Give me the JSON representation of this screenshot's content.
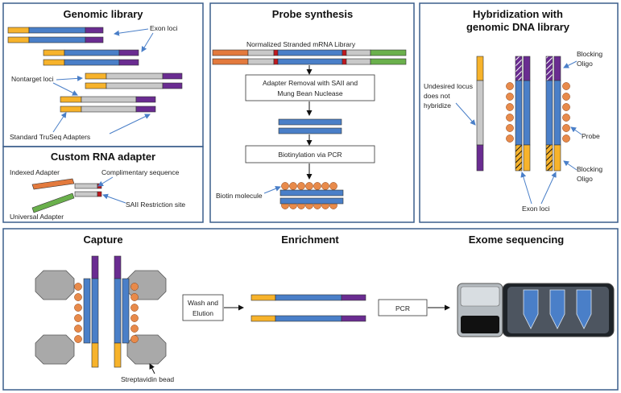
{
  "panels": {
    "genomic_library": {
      "title": "Genomic library",
      "exon_loci": "Exon loci",
      "nontarget_loci": "Nontarget loci",
      "adapters": "Standard TruSeq Adapters"
    },
    "custom_rna": {
      "title": "Custom RNA adapter",
      "indexed": "Indexed Adapter",
      "complementary": "Complimentary sequence",
      "restriction": "SAII Restriction site",
      "universal": "Universal Adapter"
    },
    "probe_synthesis": {
      "title": "Probe synthesis",
      "library": "Normalized  Stranded mRNA Library",
      "step1_line1": "Adapter Removal with SAII and",
      "step1_line2": "Mung Bean Nuclease",
      "step2": "Biotinylation via PCR",
      "biotin": "Biotin molecule"
    },
    "hybridization": {
      "title_line1": "Hybridization with",
      "title_line2": "genomic DNA library",
      "undesired_line1": "Undesired locus",
      "undesired_line2": "does not",
      "undesired_line3": "hybridize",
      "blocking1_line1": "Blocking",
      "blocking1_line2": "Oligo",
      "probe": "Probe",
      "blocking2_line1": "Blocking",
      "blocking2_line2": "Oligo",
      "exon_loci": "Exon loci"
    },
    "capture": {
      "title": "Capture",
      "bead": "Streptavidin bead"
    },
    "enrichment": {
      "title": "Enrichment",
      "wash_line1": "Wash and",
      "wash_line2": "Elution"
    },
    "exome": {
      "title": "Exome sequencing",
      "pcr": "PCR"
    }
  },
  "colors": {
    "border": "#3b5e8c",
    "yellow": "#f7b32b",
    "blue": "#4a7fc8",
    "purple": "#6a2c91",
    "gray": "#c9c9c9",
    "orange": "#e37a3d",
    "green": "#6ab04c",
    "red": "#c0181e",
    "biotin": "#e88a4a",
    "bead": "#a9a9a9"
  }
}
